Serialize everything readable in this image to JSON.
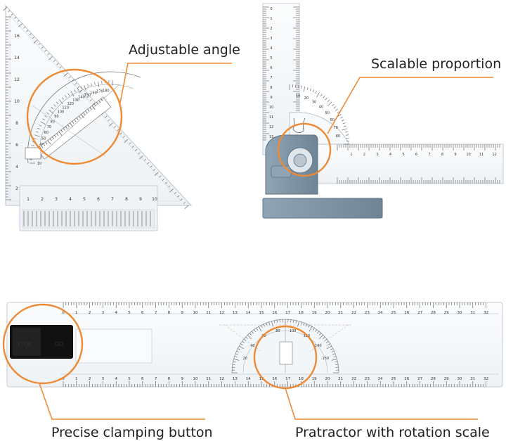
{
  "labels": {
    "adjustable_angle": "Adjustable angle",
    "scalable_proportion": "Scalable proportion",
    "clamping_button": "Precise clamping button",
    "protractor_rotation": "Pratractor with rotation scale"
  },
  "colors": {
    "callout": "#ee8a35",
    "clamp_body": "#7f95a6",
    "ruler_fill": "#f4f7fa",
    "ruler_edge": "#c4ccd4",
    "button": "#111111"
  },
  "scales": {
    "triangle_arc": [
      "10",
      "20",
      "30",
      "40",
      "50",
      "60",
      "70",
      "80",
      "90",
      "100",
      "110",
      "120",
      "130",
      "140",
      "150",
      "160",
      "170",
      "180"
    ],
    "triangle_bottom": [
      "1",
      "2",
      "3",
      "4",
      "5",
      "6",
      "7",
      "8",
      "9",
      "10"
    ],
    "triangle_left": [
      "2",
      "4",
      "6",
      "8",
      "10",
      "12",
      "14",
      "16"
    ],
    "lshape_vertical": [
      "0",
      "1",
      "2",
      "3",
      "4",
      "5",
      "6",
      "7",
      "8",
      "9",
      "10",
      "11",
      "12",
      "13"
    ],
    "lshape_horizontal": [
      "1",
      "2",
      "3",
      "4",
      "5",
      "6",
      "7",
      "8",
      "9",
      "10",
      "11",
      "12"
    ],
    "lshape_arc": [
      "10",
      "20",
      "30",
      "40",
      "50",
      "60",
      "70",
      "80"
    ],
    "long_ruler_top": [
      "0",
      "1",
      "2",
      "3",
      "4",
      "5",
      "6",
      "7",
      "8",
      "9",
      "10",
      "11",
      "12",
      "13",
      "14",
      "15",
      "16",
      "17",
      "18",
      "19",
      "20",
      "21",
      "22",
      "23",
      "24",
      "25",
      "26",
      "27",
      "28",
      "29",
      "30",
      "31",
      "32"
    ],
    "long_ruler_bottom": [
      "0",
      "1",
      "2",
      "3",
      "4",
      "5",
      "6",
      "7",
      "8",
      "9",
      "10",
      "11",
      "12",
      "13",
      "14",
      "15",
      "16",
      "17",
      "18",
      "19",
      "20",
      "21",
      "22",
      "23",
      "24",
      "25",
      "26",
      "27",
      "28",
      "29",
      "30",
      "31",
      "32"
    ],
    "long_ruler_protractor": [
      "20",
      "40",
      "60",
      "80",
      "100",
      "120",
      "140",
      "160"
    ],
    "button_marks": [
      "STOP",
      "GO"
    ]
  }
}
